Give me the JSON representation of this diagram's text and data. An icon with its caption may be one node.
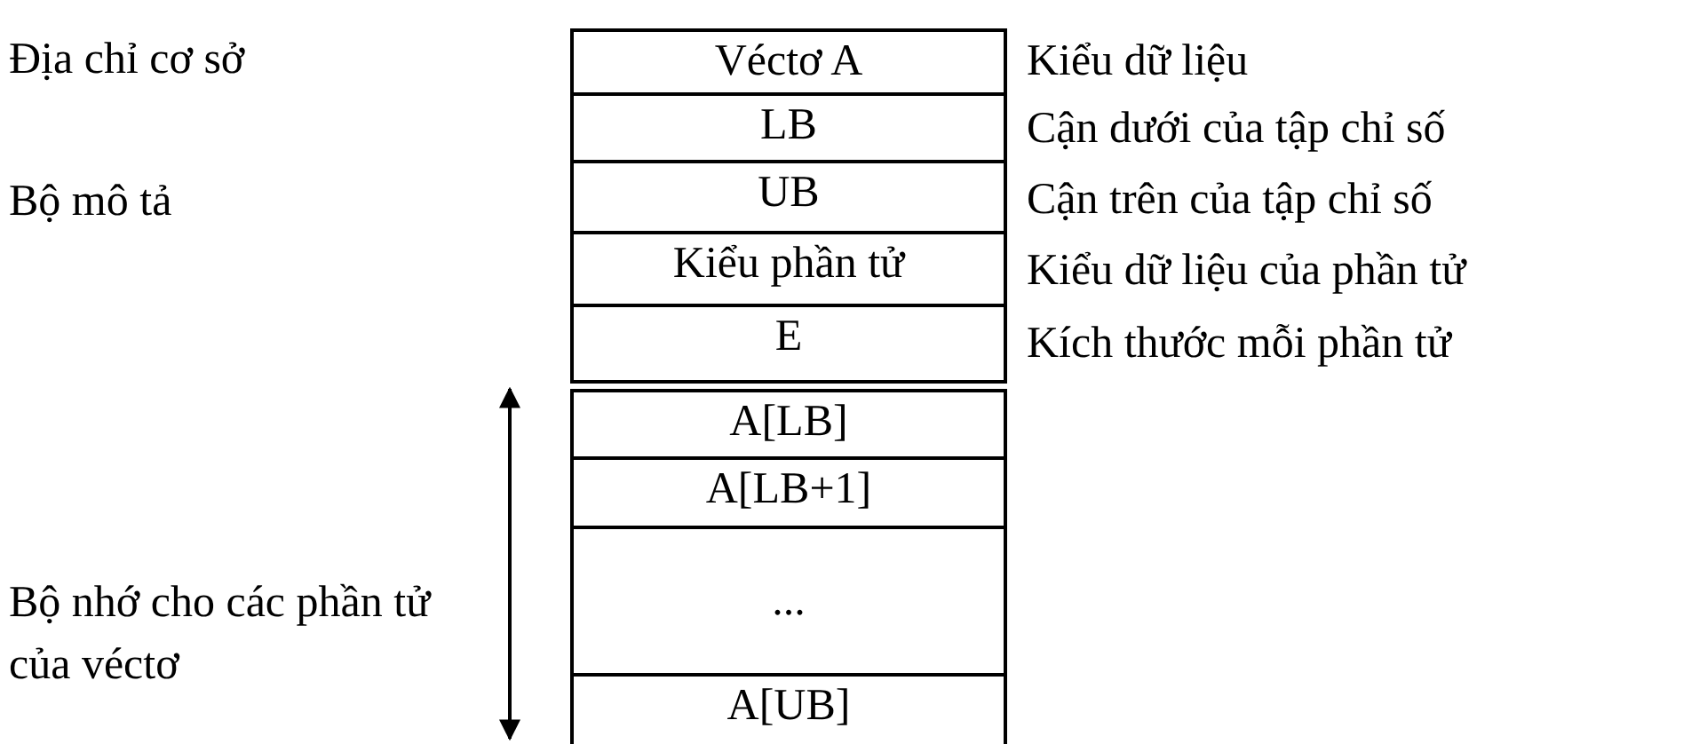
{
  "diagram": {
    "nodes": [
      {
        "text": [
          "Véctơ A"
        ],
        "beside": [
          "Kiểu dữ liệu"
        ]
      },
      {
        "text": [
          "LB"
        ],
        "beside": [
          "Cận dưới của tập chỉ số"
        ]
      },
      {
        "text": [
          "UB"
        ],
        "beside": [
          "Cận trên của tập chỉ số"
        ]
      },
      {
        "text": [
          "Kiểu phần tử"
        ],
        "beside": [
          "Kiểu dữ liệu của phần tử"
        ]
      },
      {
        "text": [
          "E"
        ],
        "beside": [
          "Kích thước mỗi phần tử"
        ]
      },
      {
        "text": [
          "A[LB]"
        ]
      },
      {
        "text": [
          "A[LB+1]"
        ]
      },
      {
        "text": [
          "..."
        ]
      },
      {
        "text": [
          "A[UB]"
        ]
      }
    ],
    "edges": [],
    "labels": [
      "Địa chỉ cơ sở",
      "Bộ mô tả",
      "Bộ nhớ cho các phần tử của véctơ"
    ]
  }
}
